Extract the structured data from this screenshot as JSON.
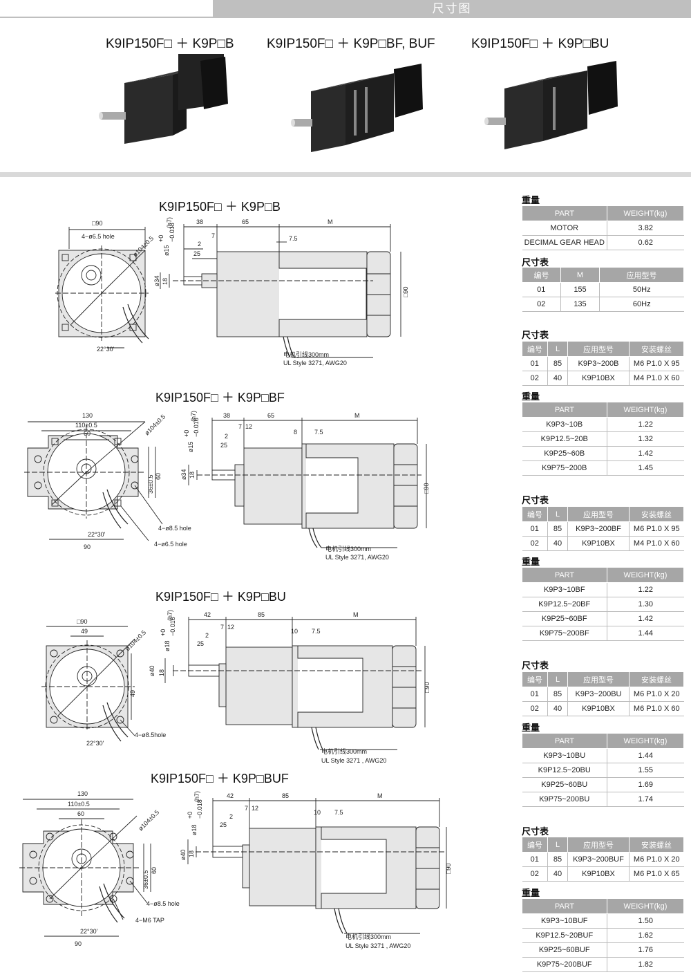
{
  "header": {
    "title": "尺寸图"
  },
  "products": [
    {
      "name": "K9IP150F□ ＋ K9P□B"
    },
    {
      "name": "K9IP150F□ ＋ K9P□BF, BUF"
    },
    {
      "name": "K9IP150F□ ＋ K9P□BU"
    }
  ],
  "drawings": [
    {
      "title": "K9IP150F□ ＋ K9P□B",
      "labels": {
        "sq": "□90",
        "hole": "4−ø6.5 hole",
        "pcd": "ø104±0.5",
        "angle": "22°30'",
        "shaft": "ø15",
        "tol_top": "+0",
        "tol_bot": "−0.018",
        "tol_h": "(h7)",
        "d1": "ø34",
        "d2": "18",
        "L38": "38",
        "L65": "65",
        "LM": "M",
        "L7": "7",
        "L2": "2",
        "L25": "25",
        "L75": "7.5",
        "H90": "□90",
        "wire1": "电机引线300mm",
        "wire2": "UL Style 3271, AWG20"
      }
    },
    {
      "title": "K9IP150F□ ＋ K9P□BF",
      "labels": {
        "w130": "130",
        "w110": "110±0.5",
        "w60": "60",
        "pcd": "ø104±0.5",
        "h36": "36±0.5",
        "h60": "60",
        "angle": "22°30'",
        "w90": "90",
        "hole1": "4−ø8.5 hole",
        "hole2": "4−ø6.5 hole",
        "shaft": "ø15",
        "tol_top": "+0",
        "tol_bot": "−0.018",
        "tol_h": "(h7)",
        "d1": "ø34",
        "d2": "18",
        "L38": "38",
        "L65": "65",
        "LM": "M",
        "L7": "7",
        "L12": "12",
        "L2": "2",
        "L25": "25",
        "L8": "8",
        "L75": "7.5",
        "H90": "□90",
        "wire1": "电机引线300mm",
        "wire2": "UL Style 3271, AWG20"
      }
    },
    {
      "title": "K9IP150F□ ＋ K9P□BU",
      "labels": {
        "sq": "□90",
        "w49": "49",
        "h49": "49",
        "pcd": "ø104±0.5",
        "hole": "4−ø8.5hole",
        "angle": "22°30'",
        "shaft": "ø18",
        "tol_top": "+0",
        "tol_bot": "−0.018",
        "tol_h": "(h7)",
        "d1": "ø40",
        "d2": "18",
        "L42": "42",
        "L85": "85",
        "LM": "M",
        "L7": "7",
        "L12": "12",
        "L2": "2",
        "L25": "25",
        "L10": "10",
        "L75": "7.5",
        "H90": "□90",
        "wire1": "电机引线300mm",
        "wire2": "UL Style 3271 , AWG20"
      }
    },
    {
      "title": "K9IP150F□ ＋ K9P□BUF",
      "labels": {
        "w130": "130",
        "w110": "110±0.5",
        "w60": "60",
        "pcd": "ø104±0.5",
        "h36": "36±0.5",
        "h60": "60",
        "angle": "22°30'",
        "w90": "90",
        "hole1": "4−ø8.5  hole",
        "hole2": "4−M6 TAP",
        "shaft": "ø18",
        "tol_top": "+0",
        "tol_bot": "−0.018",
        "tol_h": "(h7)",
        "d1": "ø40",
        "d2": "18",
        "L42": "42",
        "L85": "85",
        "LM": "M",
        "L7": "7",
        "L12": "12",
        "L2": "2",
        "L25": "25",
        "L10": "10",
        "L75": "7.5",
        "H90": "□90",
        "wire1": "电机引线300mm",
        "wire2": "UL Style 3271 , AWG20"
      }
    }
  ],
  "tables": {
    "weight_label": "重量",
    "size_label": "尺寸表",
    "motor_weight": {
      "headers": [
        "PART",
        "WEIGHT(kg)"
      ],
      "rows": [
        [
          "MOTOR",
          "3.82"
        ],
        [
          "DECIMAL  GEAR HEAD",
          "0.62"
        ]
      ]
    },
    "motor_size": {
      "headers": [
        "编号",
        "M",
        "应用型号"
      ],
      "rows": [
        [
          "01",
          "155",
          "50Hz"
        ],
        [
          "02",
          "135",
          "60Hz"
        ]
      ]
    },
    "b_size": {
      "headers": [
        "编号",
        "L",
        "应用型号",
        "安装螺丝"
      ],
      "rows": [
        [
          "01",
          "85",
          "K9P3~200B",
          "M6 P1.0 X 95"
        ],
        [
          "02",
          "40",
          "K9P10BX",
          "M4 P1.0 X 60"
        ]
      ]
    },
    "b_weight": {
      "headers": [
        "PART",
        "WEIGHT(kg)"
      ],
      "rows": [
        [
          "K9P3~10B",
          "1.22"
        ],
        [
          "K9P12.5~20B",
          "1.32"
        ],
        [
          "K9P25~60B",
          "1.42"
        ],
        [
          "K9P75~200B",
          "1.45"
        ]
      ]
    },
    "bf_size": {
      "headers": [
        "编号",
        "L",
        "应用型号",
        "安装螺丝"
      ],
      "rows": [
        [
          "01",
          "85",
          "K9P3~200BF",
          "M6 P1.0 X 95"
        ],
        [
          "02",
          "40",
          "K9P10BX",
          "M4 P1.0 X 60"
        ]
      ]
    },
    "bf_weight": {
      "headers": [
        "PART",
        "WEIGHT(kg)"
      ],
      "rows": [
        [
          "K9P3~10BF",
          "1.22"
        ],
        [
          "K9P12.5~20BF",
          "1.30"
        ],
        [
          "K9P25~60BF",
          "1.42"
        ],
        [
          "K9P75~200BF",
          "1.44"
        ]
      ]
    },
    "bu_size": {
      "headers": [
        "编号",
        "L",
        "应用型号",
        "安装螺丝"
      ],
      "rows": [
        [
          "01",
          "85",
          "K9P3~200BU",
          "M6 P1.0 X 20"
        ],
        [
          "02",
          "40",
          "K9P10BX",
          "M6 P1.0 X 60"
        ]
      ]
    },
    "bu_weight": {
      "headers": [
        "PART",
        "WEIGHT(kg)"
      ],
      "rows": [
        [
          "K9P3~10BU",
          "1.44"
        ],
        [
          "K9P12.5~20BU",
          "1.55"
        ],
        [
          "K9P25~60BU",
          "1.69"
        ],
        [
          "K9P75~200BU",
          "1.74"
        ]
      ]
    },
    "buf_size": {
      "headers": [
        "编号",
        "L",
        "应用型号",
        "安装螺丝"
      ],
      "rows": [
        [
          "01",
          "85",
          "K9P3~200BUF",
          "M6 P1.0 X 20"
        ],
        [
          "02",
          "40",
          "K9P10BX",
          "M6 P1.0 X 65"
        ]
      ]
    },
    "buf_weight": {
      "headers": [
        "PART",
        "WEIGHT(kg)"
      ],
      "rows": [
        [
          "K9P3~10BUF",
          "1.50"
        ],
        [
          "K9P12.5~20BUF",
          "1.62"
        ],
        [
          "K9P25~60BUF",
          "1.76"
        ],
        [
          "K9P75~200BUF",
          "1.82"
        ]
      ]
    }
  }
}
